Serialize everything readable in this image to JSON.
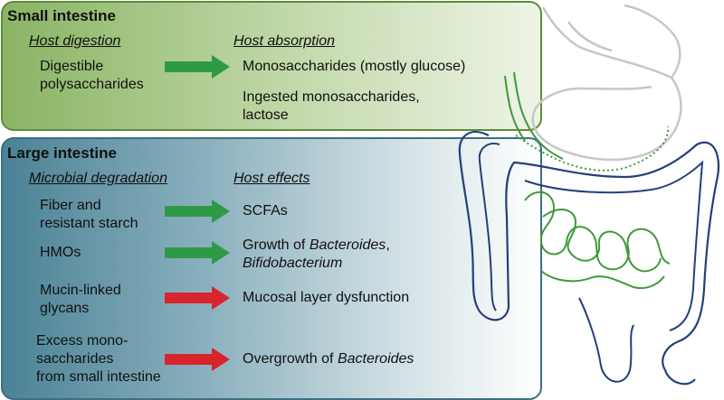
{
  "small_intestine": {
    "title": "Small intestine",
    "left_header": "Host digestion",
    "right_header": "Host absorption",
    "rows": [
      {
        "left_lines": [
          "Digestible",
          "polysaccharides"
        ],
        "arrow": "green",
        "right_lines": [
          "Monosaccharides (mostly glucose)"
        ]
      },
      {
        "left_lines": [],
        "arrow": "",
        "right_lines": [
          "Ingested monosaccharides,",
          "lactose"
        ]
      }
    ]
  },
  "large_intestine": {
    "title": "Large intestine",
    "left_header": "Microbial degradation",
    "right_header": "Host effects",
    "rows": [
      {
        "left_lines": [
          "Fiber and",
          "resistant starch"
        ],
        "arrow": "green",
        "right_lines": [
          "SCFAs"
        ]
      },
      {
        "left_lines": [
          "HMOs"
        ],
        "arrow": "green",
        "right_parts": [
          [
            {
              "text": "Growth of "
            },
            {
              "text": "Bacteroides",
              "italic": true
            },
            {
              "text": ","
            }
          ],
          [
            {
              "text": "Bifidobacterium",
              "italic": true
            }
          ]
        ]
      },
      {
        "left_lines": [
          "Mucin-linked",
          "glycans"
        ],
        "arrow": "red",
        "right_lines": [
          "Mucosal layer dysfunction"
        ]
      },
      {
        "left_lines": [
          "Excess mono-",
          "saccharides",
          "from small intestine"
        ],
        "arrow": "red",
        "right_parts": [
          [
            {
              "text": "Overgrowth of "
            },
            {
              "text": "Bacteroides",
              "italic": true
            }
          ]
        ]
      }
    ]
  },
  "colors": {
    "small_panel_border": "#5e8a3c",
    "large_panel_border": "#3e6f82",
    "green_arrow": "#2f9a46",
    "red_arrow": "#d8242b",
    "colon_outline": "#24407a",
    "small_bowel_outline": "#3e9a3a"
  }
}
